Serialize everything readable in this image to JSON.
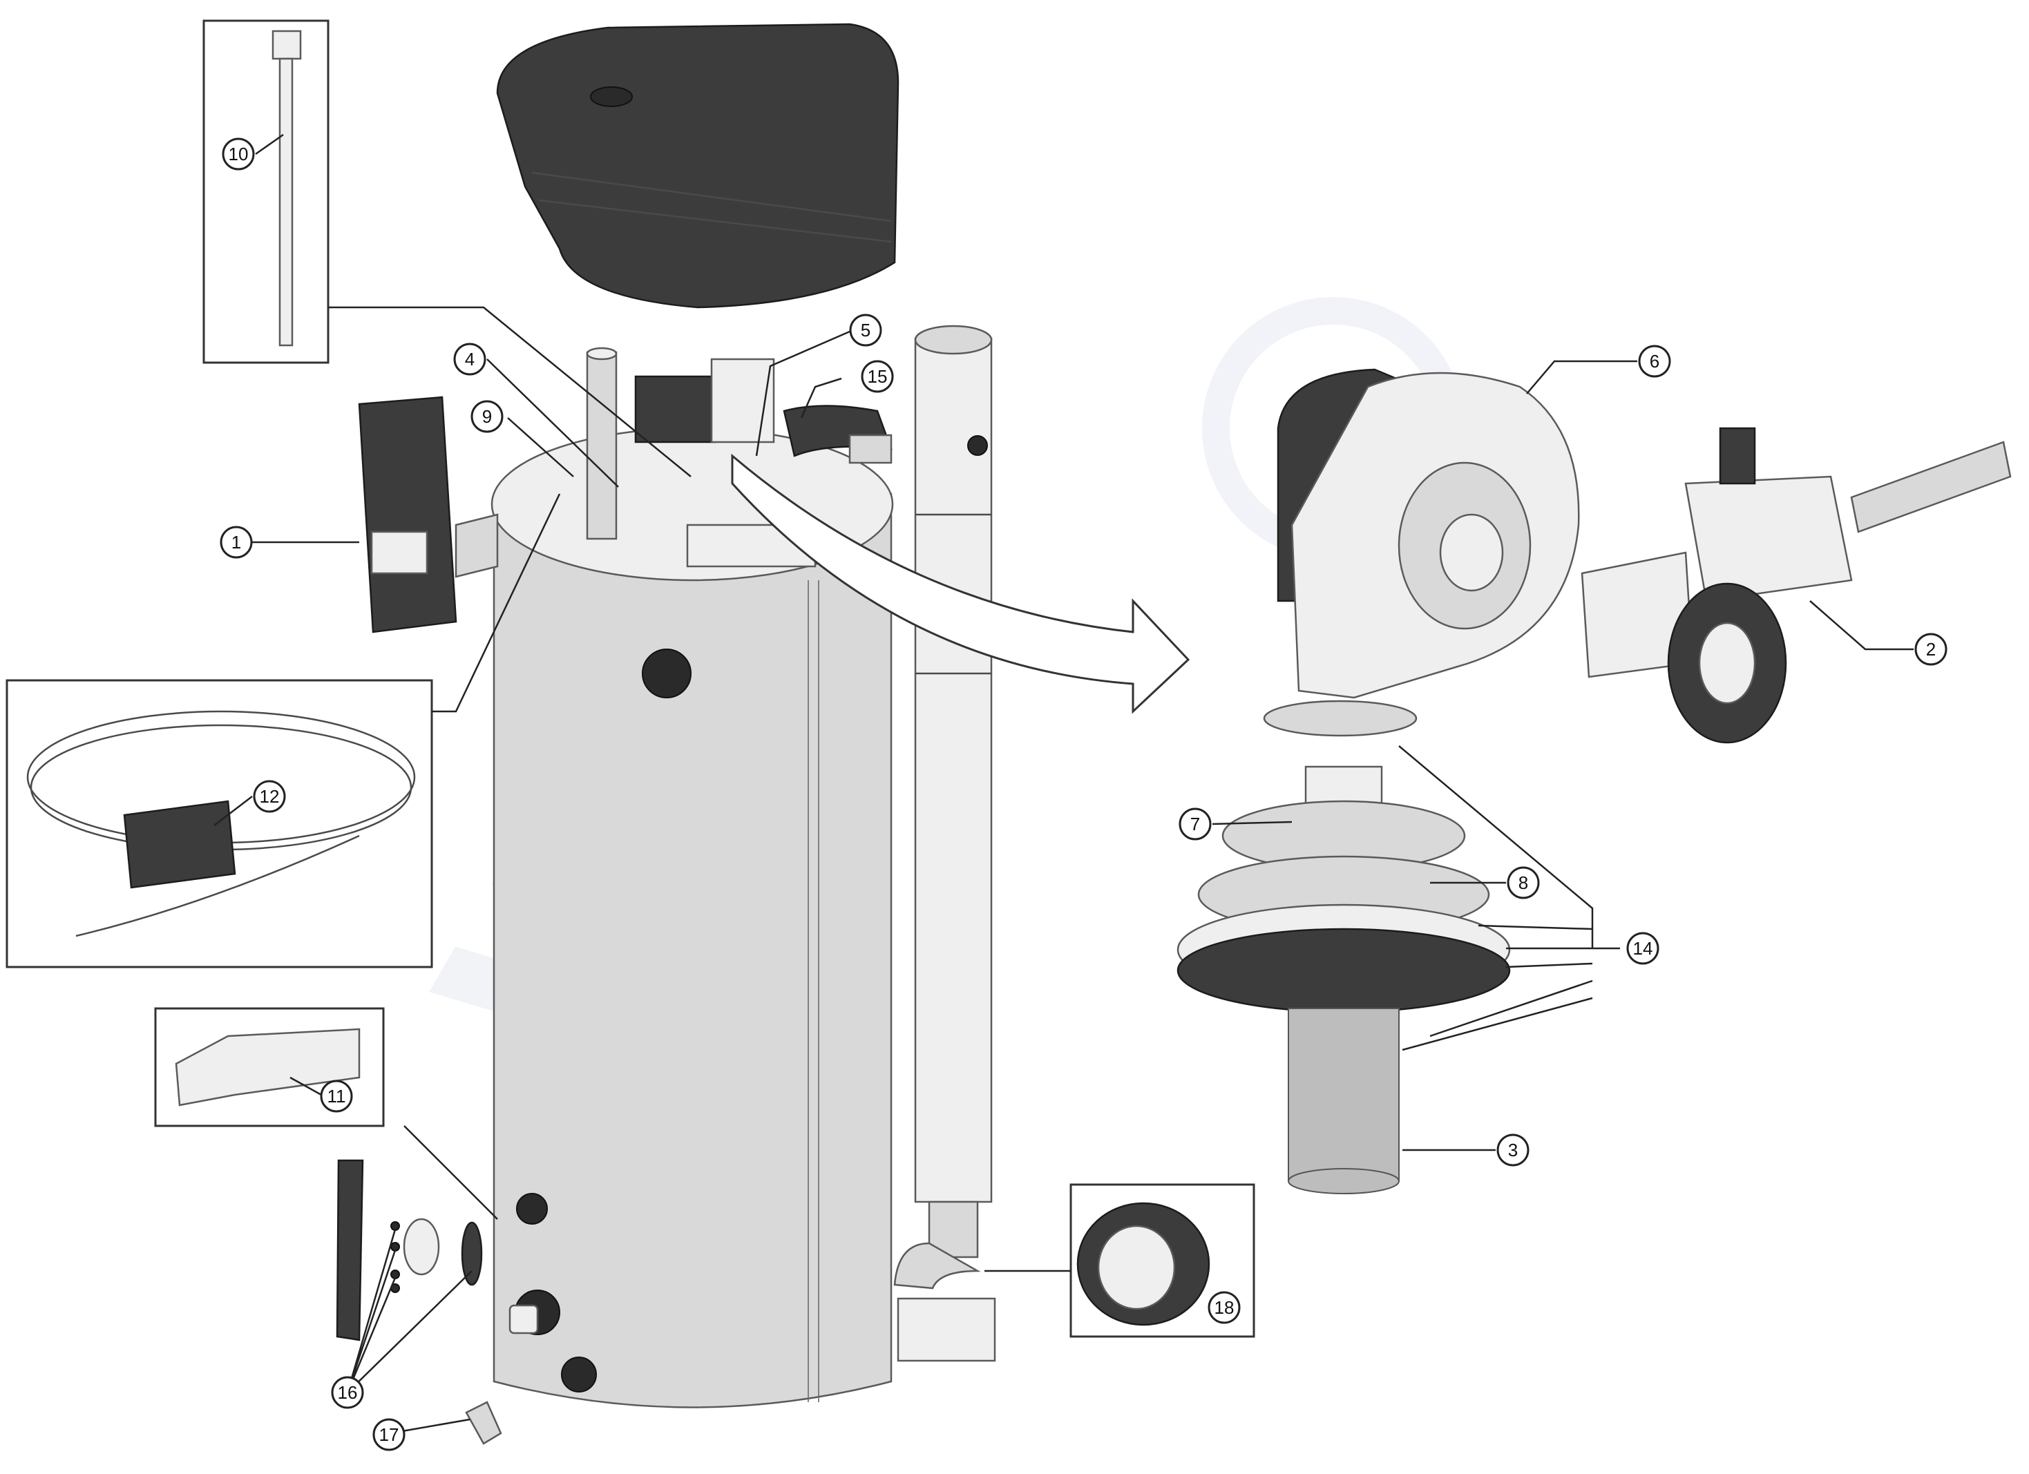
{
  "callouts": [
    {
      "id": "1",
      "label": "1"
    },
    {
      "id": "2",
      "label": "2"
    },
    {
      "id": "3",
      "label": "3"
    },
    {
      "id": "4",
      "label": "4"
    },
    {
      "id": "5",
      "label": "5"
    },
    {
      "id": "6",
      "label": "6"
    },
    {
      "id": "7",
      "label": "7"
    },
    {
      "id": "8",
      "label": "8"
    },
    {
      "id": "9",
      "label": "9"
    },
    {
      "id": "10",
      "label": "10"
    },
    {
      "id": "11",
      "label": "11"
    },
    {
      "id": "12",
      "label": "12"
    },
    {
      "id": "14",
      "label": "14"
    },
    {
      "id": "15",
      "label": "15"
    },
    {
      "id": "16",
      "label": "16"
    },
    {
      "id": "17",
      "label": "17"
    },
    {
      "id": "18",
      "label": "18"
    }
  ],
  "colors": {
    "background": "#ffffff",
    "line": "#222222",
    "metal": "#d9d9d9",
    "dark_plastic": "#3c3c3c"
  }
}
